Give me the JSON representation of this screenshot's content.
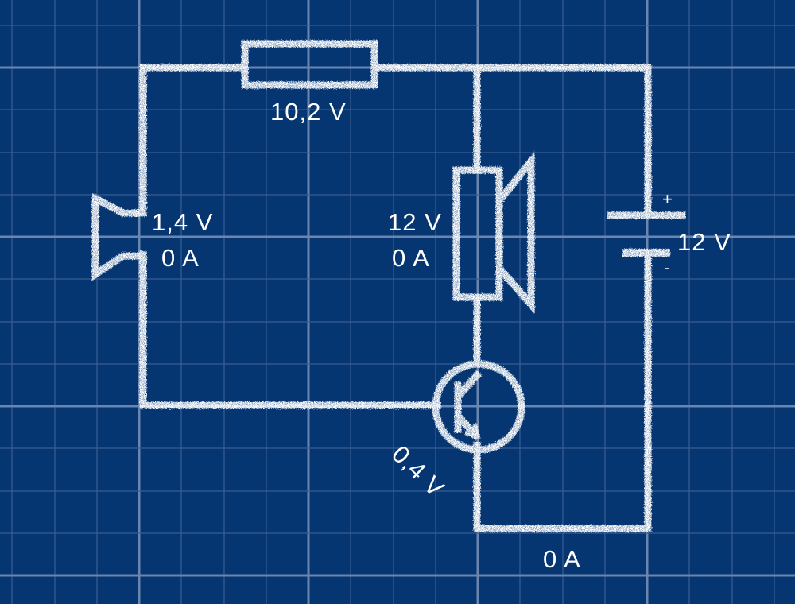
{
  "colors": {
    "background": "#053672",
    "grid_minor": "#3a5d92",
    "grid_major": "#6985b0",
    "chalk": "#ffffff"
  },
  "components": {
    "resistor_top": {
      "name": "resistor",
      "voltage": "10,2 V"
    },
    "buzzer": {
      "name": "buzzer",
      "voltage": "1,4 V",
      "current": "0 A"
    },
    "speaker_resistor": {
      "name": "speaker",
      "voltage": "12 V",
      "current": "0 A"
    },
    "battery": {
      "name": "battery",
      "voltage": "12 V",
      "plus": "+",
      "minus": "-"
    },
    "transistor": {
      "name": "npn-transistor",
      "voltage": "0,4 V"
    },
    "bottom_wire": {
      "current": "0 A"
    }
  }
}
